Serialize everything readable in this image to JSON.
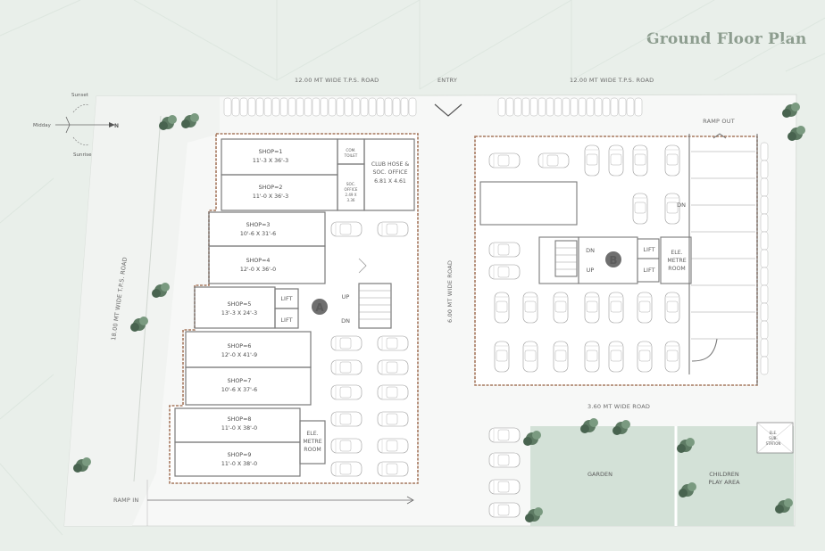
{
  "title": "Ground Floor Plan",
  "roads": {
    "top_left": "12.00 MT WIDE T.P.S. ROAD",
    "top_right": "12.00 MT WIDE T.P.S. ROAD",
    "entry": "ENTRY",
    "left": "18.00 MT WIDE T.P.S. ROAD",
    "middle": "6.00 MT WIDE ROAD",
    "bottom": "3.60 MT WIDE ROAD",
    "ramp_in": "RAMP IN",
    "ramp_out": "RAMP OUT"
  },
  "compass": {
    "sunset": "Sunset",
    "midday": "Midday",
    "north": "N",
    "sunrise": "Sunrise"
  },
  "block_a": {
    "badge": "A",
    "shops": [
      {
        "name": "SHOP=1",
        "size": "11'-3 X 36'-3"
      },
      {
        "name": "SHOP=2",
        "size": "11'-0 X 36'-3"
      },
      {
        "name": "SHOP=3",
        "size": "10'-6 X 31'-6"
      },
      {
        "name": "SHOP=4",
        "size": "12'-0 X 36'-0"
      },
      {
        "name": "SHOP=5",
        "size": "13'-3 X 24'-3"
      },
      {
        "name": "SHOP=6",
        "size": "12'-0 X 41'-9"
      },
      {
        "name": "SHOP=7",
        "size": "10'-6 X 37'-6"
      },
      {
        "name": "SHOP=8",
        "size": "11'-0 X 38'-0"
      },
      {
        "name": "SHOP=9",
        "size": "11'-0 X 38'-0"
      }
    ],
    "club_line1": "CLUB HOSE &",
    "club_line2": "SOC. OFFICE",
    "club_size": "6.81 X 4.61",
    "com_toilet_1": "COM.",
    "com_toilet_2": "TOILET",
    "soc_office_1": "SOC.",
    "soc_office_2": "OFFICE",
    "soc_office_3": "2.49 X",
    "soc_office_4": "3.36",
    "lift": "LIFT",
    "up": "UP",
    "dn": "DN",
    "ele1": "ELE.",
    "ele2": "METRE",
    "ele3": "ROOM"
  },
  "block_b": {
    "badge": "B",
    "lift": "LIFT",
    "up": "UP",
    "dn": "DN",
    "ele1": "ELE.",
    "ele2": "METRE",
    "ele3": "ROOM"
  },
  "garden": "GARDEN",
  "play1": "CHILDREN",
  "play2": "PLAY AREA",
  "substation1": "ELE.",
  "substation2": "SUB-",
  "substation3": "STATION",
  "colors": {
    "background": "#e9efea",
    "site": "#ffffff",
    "wall": "#a6785e",
    "garden": "#d3e1d7",
    "accent": "#8d9d8f",
    "badge": "#6f6f6f"
  }
}
